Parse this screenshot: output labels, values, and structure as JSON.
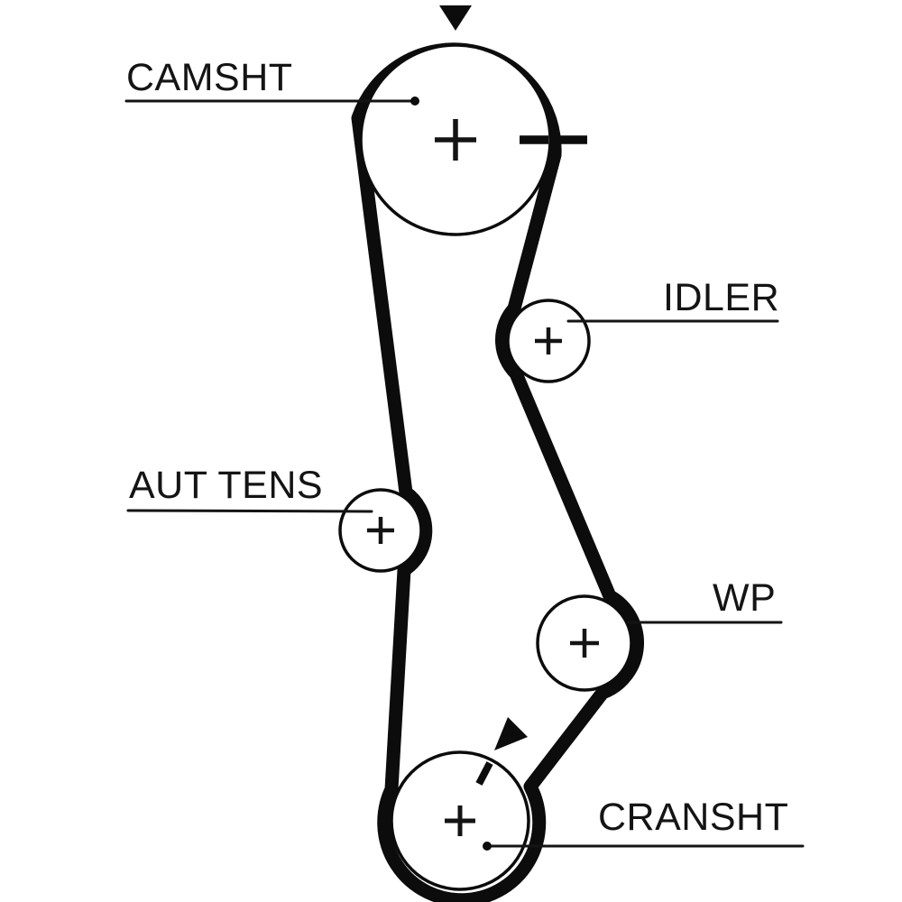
{
  "diagram": {
    "colors": {
      "background": "#ffffff",
      "ink": "#0c0c0c",
      "text": "#141414"
    },
    "labels": {
      "camshaft": "CAMSHT",
      "idler": "IDLER",
      "tensioner": "AUT TENS",
      "water_pump": "WP",
      "crankshaft": "CRANSHT"
    },
    "icons": {
      "pulley_center_cross": "plus",
      "camshaft_timing_arrow": "filled-triangle-down",
      "camshaft_alignment_dashes": "double-dash",
      "crankshaft_timing_arrow": "filled-triangle-down-left",
      "crankshaft_alignment_dash": "short-dash"
    }
  }
}
